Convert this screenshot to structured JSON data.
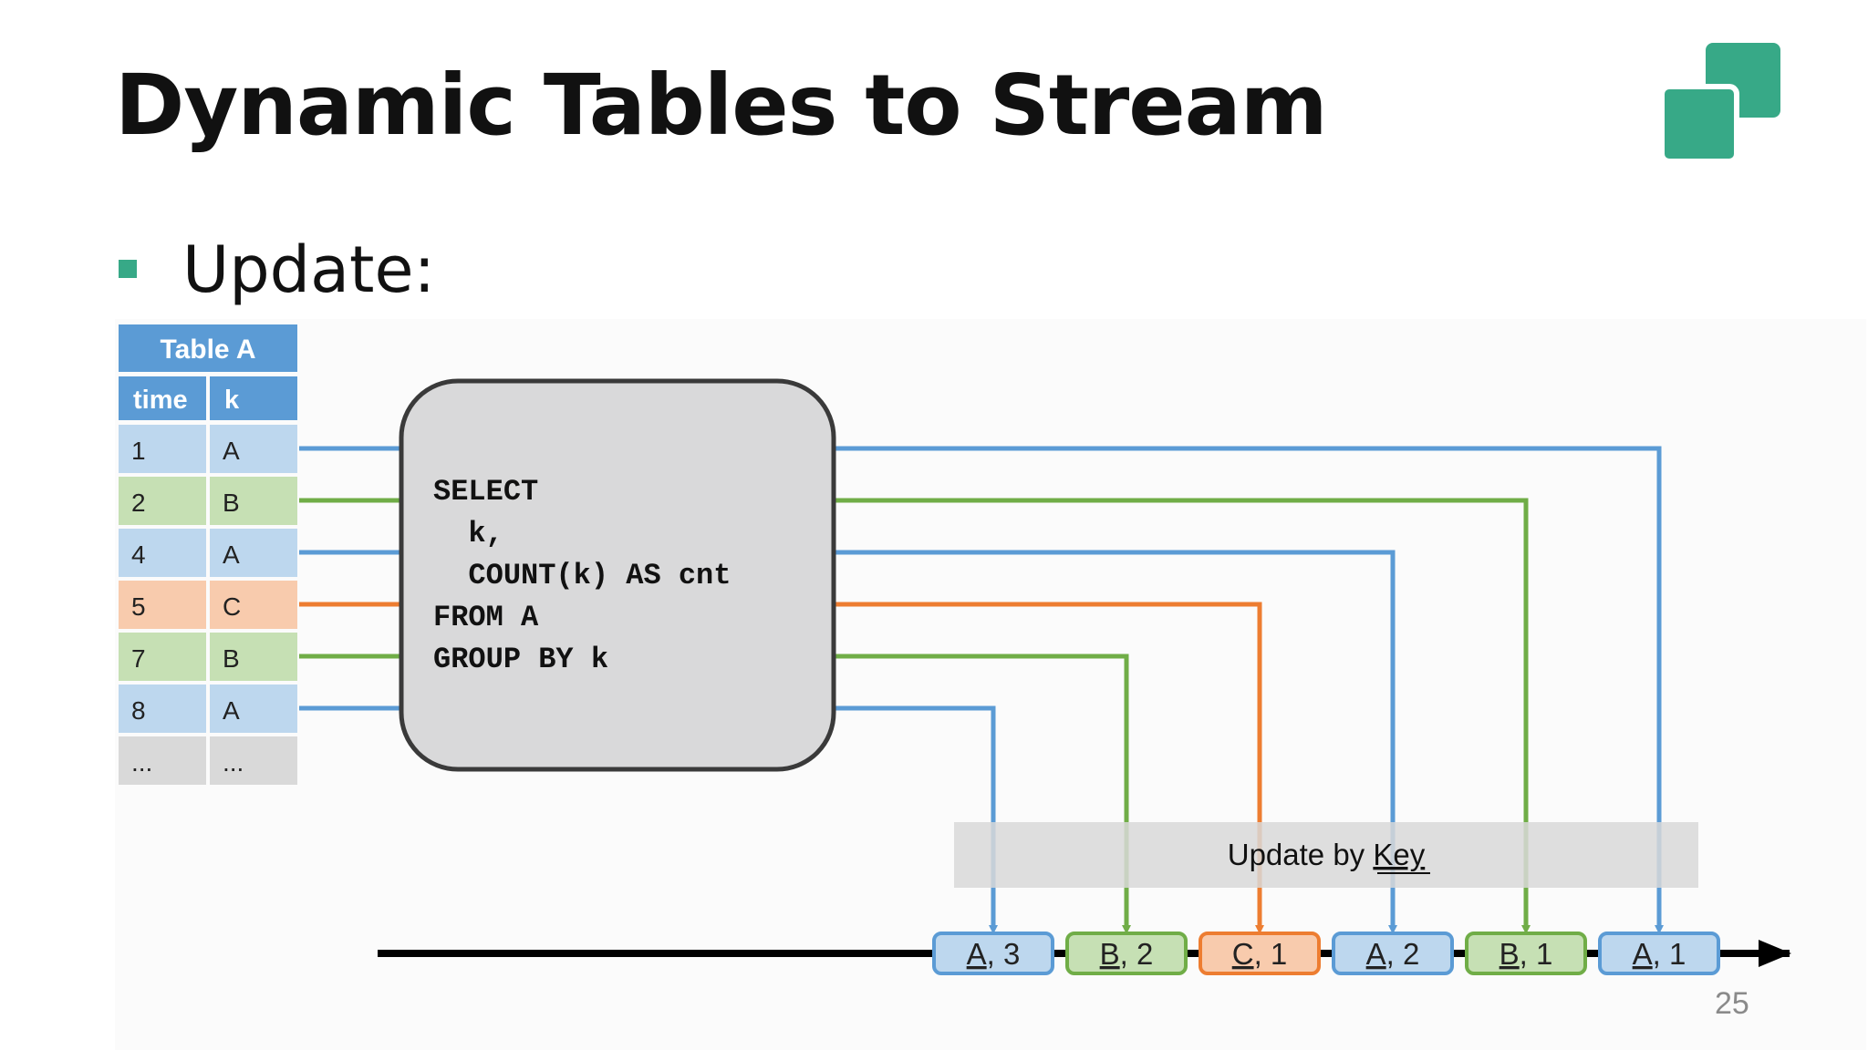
{
  "title": "Dynamic Tables to Stream",
  "bullet": "Update:",
  "page_number": "25",
  "colors": {
    "blue": "#5b9bd5",
    "green": "#70ad47",
    "orange": "#ed7d31",
    "blue_fill": "#bdd7ee",
    "green_fill": "#c6e0b4",
    "orange_fill": "#f8cbad",
    "gray_fill": "#d9d9d9",
    "header_fill": "#5b9bd5",
    "logo": "#37a987"
  },
  "table": {
    "title": "Table A",
    "columns": [
      "time",
      "k"
    ],
    "rows": [
      {
        "time": "1",
        "k": "A",
        "color": "blue"
      },
      {
        "time": "2",
        "k": "B",
        "color": "green"
      },
      {
        "time": "4",
        "k": "A",
        "color": "blue"
      },
      {
        "time": "5",
        "k": "C",
        "color": "orange"
      },
      {
        "time": "7",
        "k": "B",
        "color": "green"
      },
      {
        "time": "8",
        "k": "A",
        "color": "blue"
      },
      {
        "time": "...",
        "k": "...",
        "color": "gray"
      }
    ]
  },
  "query": {
    "lines": [
      "SELECT",
      "  k,",
      "  COUNT(k) AS cnt",
      "FROM A",
      "GROUP BY k"
    ]
  },
  "update_band": {
    "prefix": "Update by ",
    "key": "Key"
  },
  "stream": [
    {
      "key": "A",
      "value": "3",
      "color": "blue"
    },
    {
      "key": "B",
      "value": "2",
      "color": "green"
    },
    {
      "key": "C",
      "value": "1",
      "color": "orange"
    },
    {
      "key": "A",
      "value": "2",
      "color": "blue"
    },
    {
      "key": "B",
      "value": "1",
      "color": "green"
    },
    {
      "key": "A",
      "value": "1",
      "color": "blue"
    }
  ]
}
